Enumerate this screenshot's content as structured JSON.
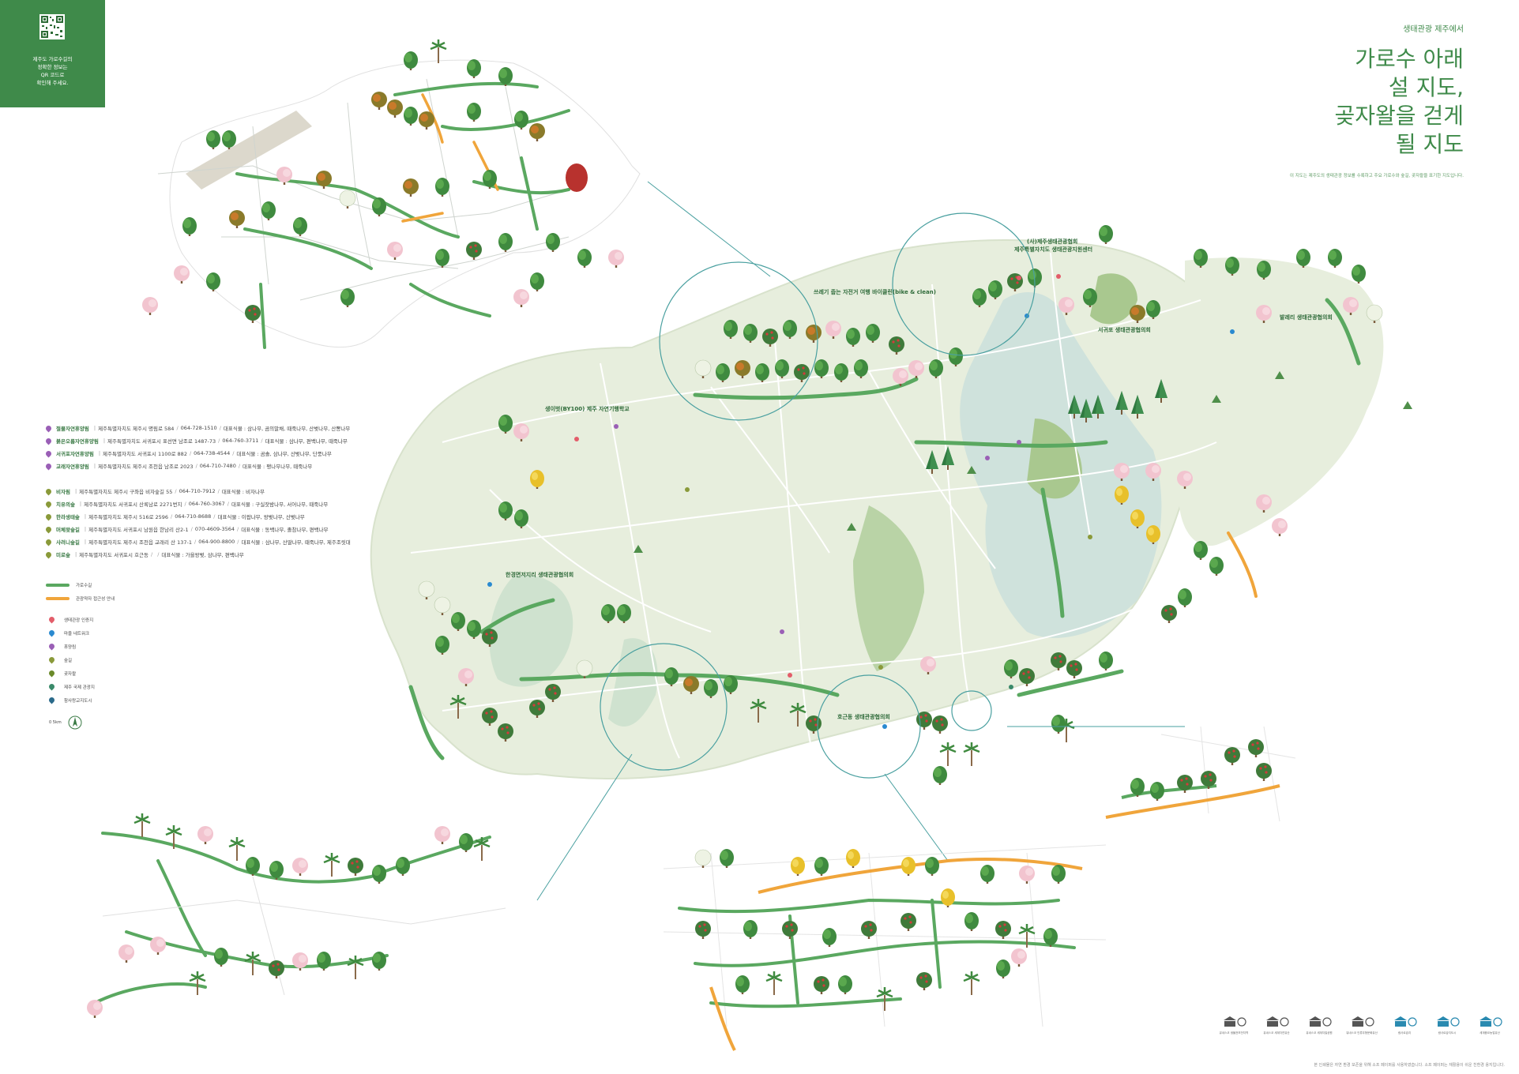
{
  "qr": {
    "caption_lines": [
      "제주도 가로수길의",
      "정확한 정보는",
      "QR 코드로",
      "확인해 주세요."
    ]
  },
  "title": {
    "subtitle": "생태관광 제주에서",
    "lines": [
      "가로수 아래",
      "설 지도,",
      "곶자왈을 걷게",
      "될 지도"
    ],
    "description": "이 지도는 제주도의 생태관광 정보를 수록하고 주요 가로수와 숲길, 곶자왈을 표기한 지도입니다."
  },
  "places": [
    {
      "name": "절물자연휴양림",
      "info": "제주특별자치도 제주시 명림로 584",
      "phone": "064-728-1510",
      "trees": "대표식물 : 삼나무, 곰의말채, 때죽나무, 산벚나무, 산뽕나무",
      "pin": "#9a5fb6"
    },
    {
      "name": "붉은오름자연휴양림",
      "info": "제주특별자치도 서귀포시 표선면 남조로 1487-73",
      "phone": "064-760-3711",
      "trees": "대표식물 : 삼나무, 편백나무, 때죽나무",
      "pin": "#9a5fb6"
    },
    {
      "name": "서귀포자연휴양림",
      "info": "제주특별자치도 서귀포시 1100로 882",
      "phone": "064-738-4544",
      "trees": "대표식물 : 곰솔, 삼나무, 산벚나무, 단풍나무",
      "pin": "#9a5fb6"
    },
    {
      "name": "교래자연휴양림",
      "info": "제주특별자치도 제주시 조천읍 남조로 2023",
      "phone": "064-710-7480",
      "trees": "대표식물 : 팽나무나무, 때죽나무",
      "pin": "#9a5fb6"
    },
    {
      "name": "비자림",
      "info": "제주특별자치도 제주시 구좌읍 비자숲길 55",
      "phone": "064-710-7912",
      "trees": "대표식물 : 비자나무",
      "pin": "#8a9a3a"
    },
    {
      "name": "치유의숲",
      "info": "제주특별자치도 서귀포시 산록남로 2271번지",
      "phone": "064-760-3067",
      "trees": "대표식물 : 구실잣밤나무, 서어나무, 때죽나무",
      "pin": "#8a9a3a"
    },
    {
      "name": "한라생태숲",
      "info": "제주특별자치도 제주시 516로 2596",
      "phone": "064-710-8688",
      "trees": "대표식물 : 이팝나무, 왕벚나무, 산벚나무",
      "pin": "#8a9a3a"
    },
    {
      "name": "머체왓숲길",
      "info": "제주특별자치도 서귀포시 남원읍 한남리 산2-1",
      "phone": "070-4609-3564",
      "trees": "대표식물 : 동백나무, 졸참나무, 편백나무",
      "pin": "#8a9a3a"
    },
    {
      "name": "사려니숲길",
      "info": "제주특별자치도 제주시 조천읍 교래리 산 137-1",
      "phone": "064-900-8800",
      "trees": "대표식물 : 삼나무, 산딸나무, 때죽나무, 제주조릿대",
      "pin": "#8a9a3a"
    },
    {
      "name": "미로숲",
      "info": "제주특별자치도 서귀포시 호근동",
      "phone": "",
      "trees": "대표식물 : 가을왕벚, 삼나무, 편백나무",
      "pin": "#8a9a3a"
    }
  ],
  "legend": {
    "route": "가로수길",
    "route_color": "#5aa860",
    "access": "관광약자 접근성 안내",
    "access_color": "#f0a53b",
    "markers": [
      {
        "label": "생태관광 인증지",
        "color": "#e35d6a"
      },
      {
        "label": "마을 네트워크",
        "color": "#2a8ad0"
      },
      {
        "label": "휴양림",
        "color": "#9a5fb6"
      },
      {
        "label": "숲길",
        "color": "#8a9a3a"
      },
      {
        "label": "곶자왈",
        "color": "#6a8a2a"
      },
      {
        "label": "제주 국제 관광지",
        "color": "#3a8a6a"
      },
      {
        "label": "참사랑교지도시",
        "color": "#2a6a8a"
      }
    ],
    "scale": "0        5km"
  },
  "map_labels": {
    "bike": "쓰레기 줍는 자전거 여행 바이클린(bike & clean)",
    "npo1": "(사)제주생태관광협회",
    "npo1b": "제주특별자치도 생태관광지원센터",
    "school": "생이벗(BY100) 제주 자연기행학교",
    "east": "발레리 생태관광협의회",
    "west": "한경면저지리 생태관광협의회",
    "south": "호근동 생태관광협의회",
    "sangdol": "서귀포 생태관광협의회",
    "east2": "서귀포 생태관광협의회"
  },
  "partners": [
    "유네스코 생물권보전지역",
    "유네스코 세계자연유산",
    "유네스코 세계지질공원",
    "유네스코 인류무형문화유산",
    "람사르습지",
    "람사르습지도시",
    "세계중요농업유산"
  ],
  "footnote": "본 인쇄물은 자연 환경 보존을 위해 소프 페이퍼를 사용하였습니다. 소프 페이퍼는 재활용이 쉬운 친환경 용지입니다."
}
